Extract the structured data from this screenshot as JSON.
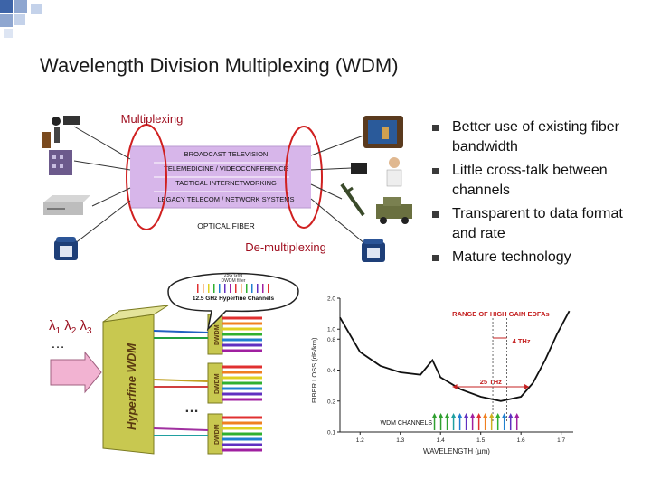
{
  "slide": {
    "title": "Wavelength Division Multiplexing (WDM)"
  },
  "network_diagram": {
    "label_multiplexing": "Multiplexing",
    "label_demultiplexing": "De-multiplexing",
    "bands": [
      "BROADCAST TELEVISION",
      "TELEMEDICINE / VIDEOCONFERENCE",
      "TACTICAL INTERNETWORKING",
      "LEGACY TELECOM / NETWORK SYSTEMS"
    ],
    "fiber_label": "OPTICAL FIBER"
  },
  "bullets": [
    "Better use of existing fiber bandwidth",
    "Little cross-talk between channels",
    "Transparent to data format and rate",
    "Mature technology"
  ],
  "wdm_diagram": {
    "lambda_label": "λ1 λ2 λ3",
    "ellipsis": "…",
    "bubble_lines": [
      "25G Grid",
      "DWDM filter",
      "12.5 GHz Hyperfine Channels"
    ],
    "block_label": "Hyperfine WDM",
    "box_label": "DWDM",
    "dots": "…"
  },
  "chart_data": {
    "type": "line",
    "xlabel": "WAVELENGTH (µm)",
    "ylabel": "FIBER LOSS (dB/km)",
    "xticks": [
      "1.2",
      "1.3",
      "1.4",
      "1.5",
      "1.6",
      "1.7"
    ],
    "yticks": [
      "0.1",
      "0.2",
      "0.4",
      "0.8",
      "1.0",
      "2.0"
    ],
    "xlim": [
      1.15,
      1.73
    ],
    "y_scale": "log",
    "ylim": [
      0.1,
      2.0
    ],
    "series": [
      {
        "x": [
          1.15,
          1.2,
          1.25,
          1.3,
          1.35,
          1.38,
          1.4,
          1.45,
          1.5,
          1.55,
          1.6,
          1.63,
          1.66,
          1.69,
          1.72
        ],
        "y": [
          1.3,
          0.6,
          0.44,
          0.38,
          0.36,
          0.5,
          0.34,
          0.26,
          0.22,
          0.2,
          0.22,
          0.3,
          0.5,
          0.9,
          1.5
        ]
      }
    ],
    "annotations": {
      "range_label": "RANGE OF HIGH GAIN EDFAs",
      "narrow_span": "4 THz",
      "wide_span": "25 THz",
      "channels_label": "WDM CHANNELS"
    }
  },
  "colors": {
    "accent": "#4a6fa8",
    "lambda": "#9a1020",
    "red_circle": "#d02020",
    "fiber_band": "#d7b6ea",
    "annotation": "#c42020"
  }
}
